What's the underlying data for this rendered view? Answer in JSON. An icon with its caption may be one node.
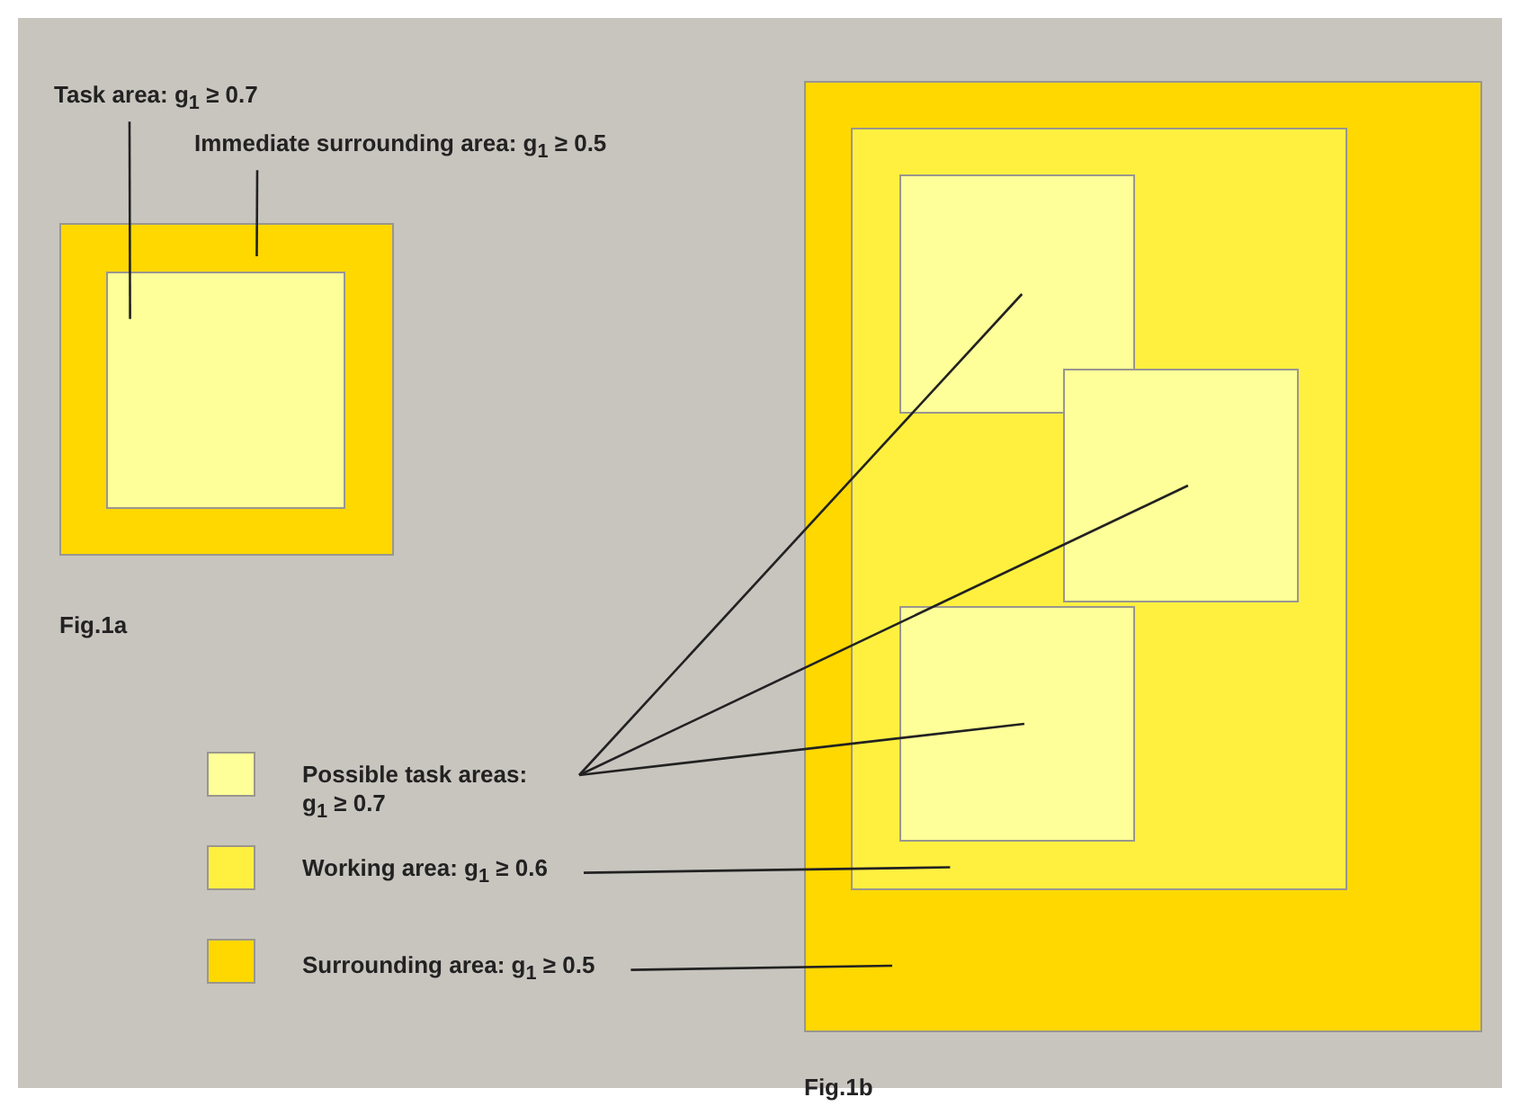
{
  "diagram": {
    "nodes": [
      {
        "text": [
          "Task area: g$_{1}$ ≥ 0.7"
        ]
      },
      {
        "text": [
          "Immediate surrounding area: g$_{1}$ ≥ 0.5"
        ]
      },
      {
        "text": [],
        "shape": "box"
      },
      {
        "text": [],
        "shape": "box",
        "in": 2
      },
      {
        "text": [],
        "shape": "box"
      },
      {
        "text": [],
        "shape": "box",
        "in": 4
      },
      {
        "text": [],
        "shape": "box",
        "in": 5
      },
      {
        "text": [],
        "shape": "box",
        "in": 5
      },
      {
        "text": [],
        "shape": "box",
        "in": 5
      },
      {
        "text": [],
        "shape": "box"
      },
      {
        "text": [
          "Possible task areas: g$_{1}$ ≥ 0.7"
        ]
      },
      {
        "text": [],
        "shape": "box"
      },
      {
        "text": [
          "Working area: g$_{1}$ ≥ 0.6"
        ]
      },
      {
        "text": [],
        "shape": "box"
      },
      {
        "text": [
          "Surrounding area: g$_{1}$ ≥ 0.5"
        ]
      }
    ],
    "edges": [
      {
        "from": 0,
        "to": 3,
        "arrow": "none"
      },
      {
        "from": 1,
        "to": 2,
        "arrow": "none"
      },
      {
        "from": 10,
        "to": 6,
        "arrow": "none"
      },
      {
        "from": 10,
        "to": 7,
        "arrow": "none"
      },
      {
        "from": 10,
        "to": 8,
        "arrow": "none"
      },
      {
        "from": 12,
        "to": 5,
        "arrow": "none"
      },
      {
        "from": 14,
        "to": 4,
        "arrow": "none"
      }
    ],
    "labels": [
      "Fig.1a",
      "Fig.1b"
    ]
  }
}
